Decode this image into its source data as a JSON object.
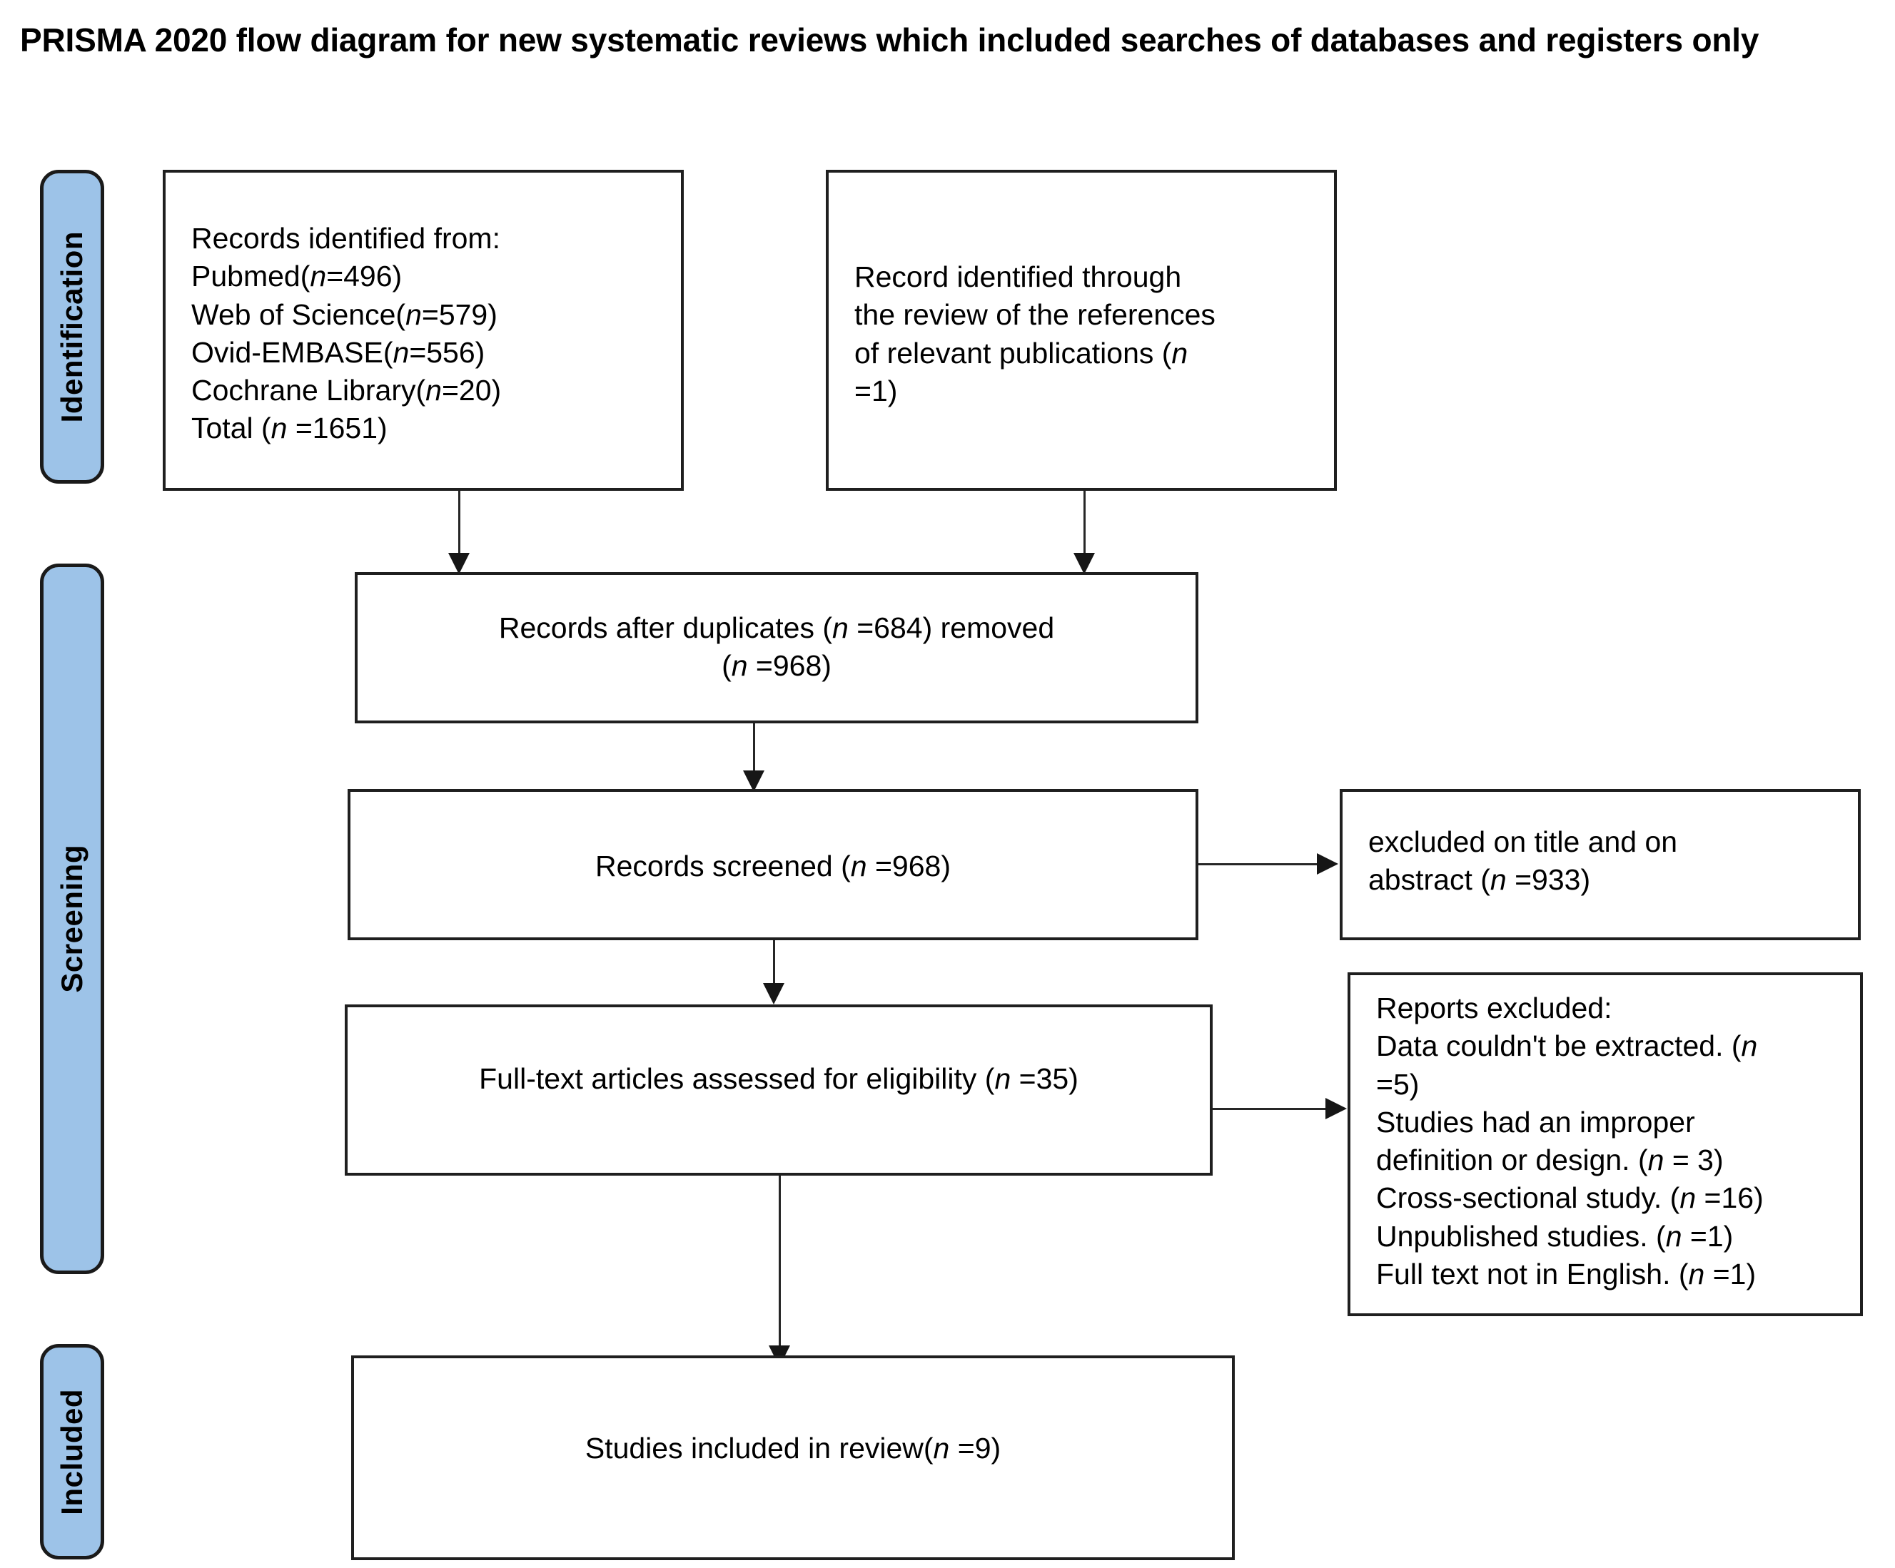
{
  "title": "PRISMA 2020 flow diagram for new systematic reviews which included searches of databases and registers only",
  "colors": {
    "stage_bar_fill": "#9DC3E8",
    "stage_bar_border": "#1A1A1A",
    "box_border": "#1F1F1F",
    "connector": "#262626",
    "background": "#FFFFFF",
    "text": "#000000"
  },
  "stages": [
    {
      "id": "identification",
      "label": "Identification"
    },
    {
      "id": "screening",
      "label": "Screening"
    },
    {
      "id": "included",
      "label": "Included"
    }
  ],
  "boxes": {
    "records_identified": {
      "lines": [
        "Records identified from:",
        "Pubmed(n=496)",
        "Web of Science(n=579)",
        "Ovid-EMBASE(n=556)",
        "Cochrane Library(n=20)",
        "Total (n =1651)"
      ]
    },
    "record_from_references": {
      "lines": [
        "Record identified through",
        "the review of the references",
        "of relevant publications (n",
        "=1)"
      ]
    },
    "after_duplicates": {
      "lines": [
        "Records after duplicates (n =684) removed",
        "(n =968)"
      ]
    },
    "records_screened": {
      "lines": [
        "Records screened (n =968)"
      ]
    },
    "excluded_title_abstract": {
      "lines": [
        "excluded on title and on",
        "abstract (n =933)"
      ]
    },
    "full_text_assessed": {
      "lines": [
        "Full-text articles assessed for eligibility (n =35)"
      ]
    },
    "reports_excluded": {
      "lines": [
        "Reports excluded:",
        "Data couldn't be extracted. (n",
        "=5)",
        "Studies had an improper",
        "definition or design. (n = 3)",
        "Cross-sectional study. (n =16)",
        "Unpublished studies. (n =1)",
        "Full text not in English. (n =1)"
      ]
    },
    "studies_included": {
      "lines": [
        "Studies included in review(n =9)"
      ]
    }
  },
  "counts": {
    "pubmed": 496,
    "web_of_science": 579,
    "ovid_embase": 556,
    "cochrane_library": 20,
    "total_identified": 1651,
    "from_references": 1,
    "duplicates_removed": 684,
    "after_duplicates": 968,
    "records_screened": 968,
    "excluded_title_abstract": 933,
    "full_text_assessed": 35,
    "excluded_data_not_extracted": 5,
    "excluded_improper_design": 3,
    "excluded_cross_sectional": 16,
    "excluded_unpublished": 1,
    "excluded_not_english": 1,
    "studies_included": 9
  }
}
